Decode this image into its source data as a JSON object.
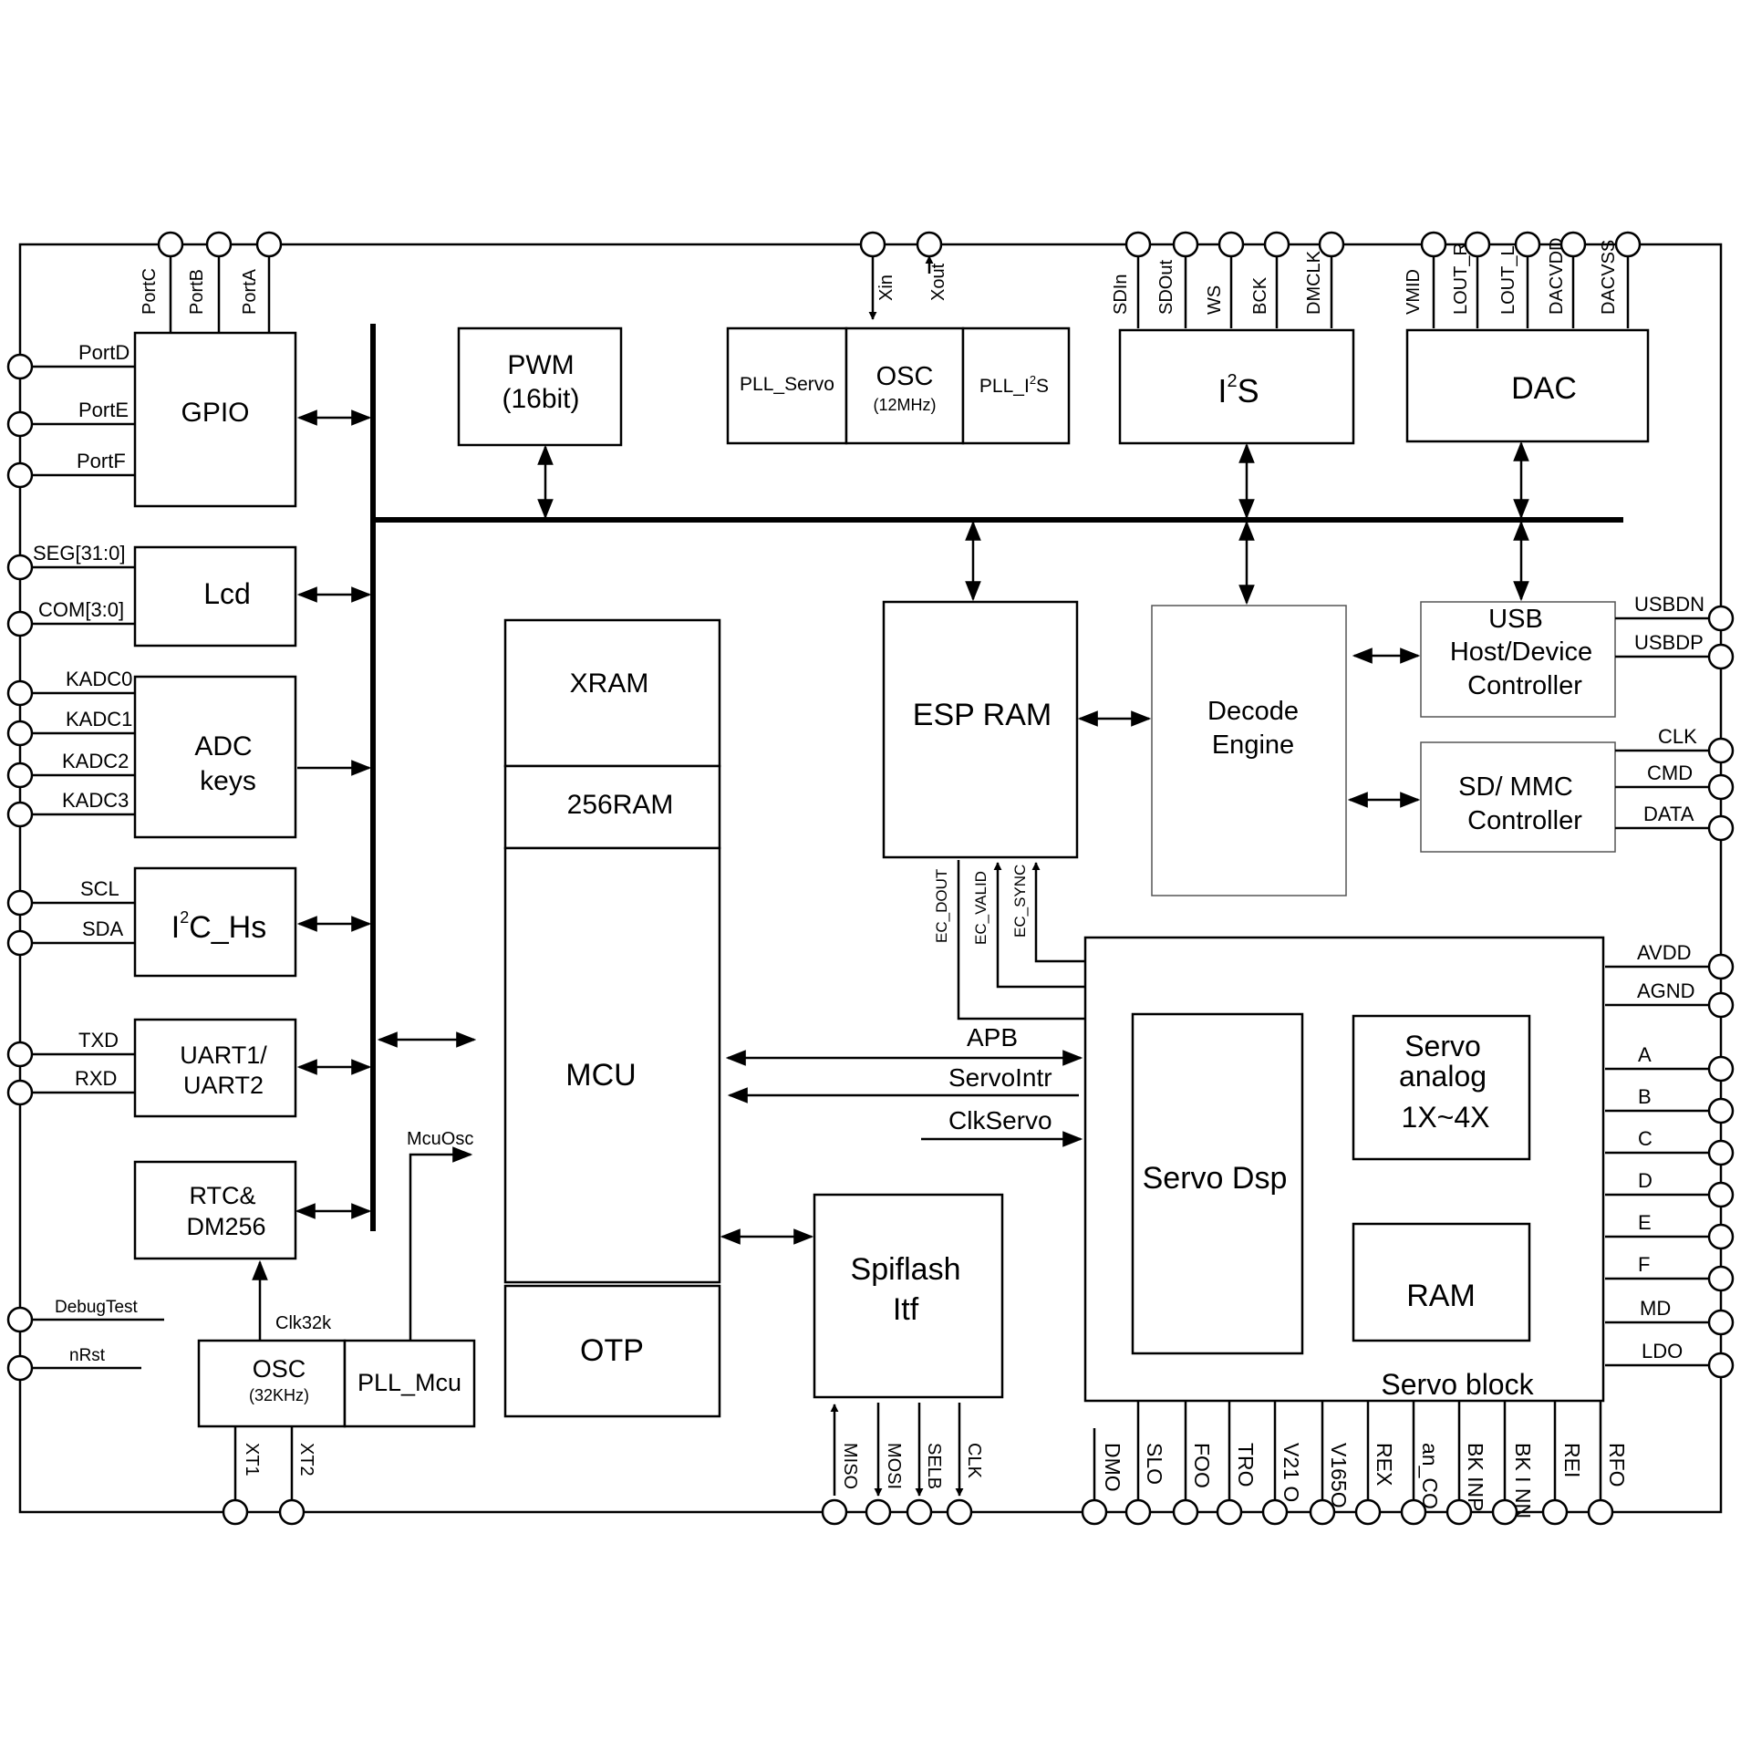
{
  "colors": {
    "line": "#000000",
    "background": "#ffffff"
  },
  "blocks": {
    "gpio": "GPIO",
    "lcd": "Lcd",
    "adc_1": "ADC",
    "adc_2": "keys",
    "i2c_main": "I",
    "i2c_sup": "2",
    "i2c_tail": "C_Hs",
    "uart_1": "UART1/",
    "uart_2": "UART2",
    "rtc_1": "RTC&",
    "rtc_2": "DM256",
    "pwm_1": "PWM",
    "pwm_2": "(16bit)",
    "pll_servo": "PLL_Servo",
    "osc12": "OSC",
    "osc12_sub": "(12MHz)",
    "pll_i2s_main": "PLL_I",
    "pll_i2s_sup": "2",
    "pll_i2s_tail": "S",
    "i2s_main": "I",
    "i2s_sup": "2",
    "i2s_tail": "S",
    "dac": "DAC",
    "xram": "XRAM",
    "ram256": "256RAM",
    "mcu": "MCU",
    "otp": "OTP",
    "esp_ram": "ESP RAM",
    "decode_1": "Decode",
    "decode_2": "Engine",
    "usb_1": "USB",
    "usb_2": "Host/Device",
    "usb_3": "Controller",
    "sd_1": "SD/ MMC",
    "sd_2": "Controller",
    "spiflash_1": "Spiflash",
    "spiflash_2": "Itf",
    "osc32": "OSC",
    "osc32_sub": "(32KHz)",
    "pll_mcu": "PLL_Mcu",
    "servo_dsp": "Servo Dsp",
    "servo_analog_1": "Servo",
    "servo_analog_2": "analog",
    "servo_analog_3": "1X~4X",
    "servo_ram": "RAM",
    "servo_block": "Servo block"
  },
  "signals": {
    "apb": "APB",
    "servo_intr": "ServoIntr",
    "clk_servo": "ClkServo",
    "mcu_osc": "McuOsc",
    "clk32k": "Clk32k",
    "ec_dout": "EC_DOUT",
    "ec_valid": "EC_VALID",
    "ec_sync": "EC_SYNC"
  },
  "pins": {
    "top": [
      "PortC",
      "PortB",
      "PortA",
      "Xin",
      "Xout",
      "SDIn",
      "SDOut",
      "WS",
      "BCK",
      "DMCLK",
      "VMID",
      "LOUT_R",
      "LOUT_L",
      "DACVDD",
      "DACVSS"
    ],
    "left": [
      "PortD",
      "PortE",
      "PortF",
      "SEG[31:0]",
      "COM[3:0]",
      "KADC0",
      "KADC1",
      "KADC2",
      "KADC3",
      "SCL",
      "SDA",
      "TXD",
      "RXD",
      "DebugTest",
      "nRst"
    ],
    "right": [
      "USBDN",
      "USBDP",
      "CLK",
      "CMD",
      "DATA",
      "AVDD",
      "AGND",
      "A",
      "B",
      "C",
      "D",
      "E",
      "F",
      "MD",
      "LDO"
    ],
    "bottom": [
      "XT1",
      "XT2",
      "MISO",
      "MOSI",
      "SELB",
      "CLK",
      "DMO",
      "SLO",
      "FOO",
      "TRO",
      "V21 O",
      "V165O",
      "REX",
      "an_CO",
      "BK INP",
      "BK I NN",
      "REI",
      "RFO"
    ]
  }
}
